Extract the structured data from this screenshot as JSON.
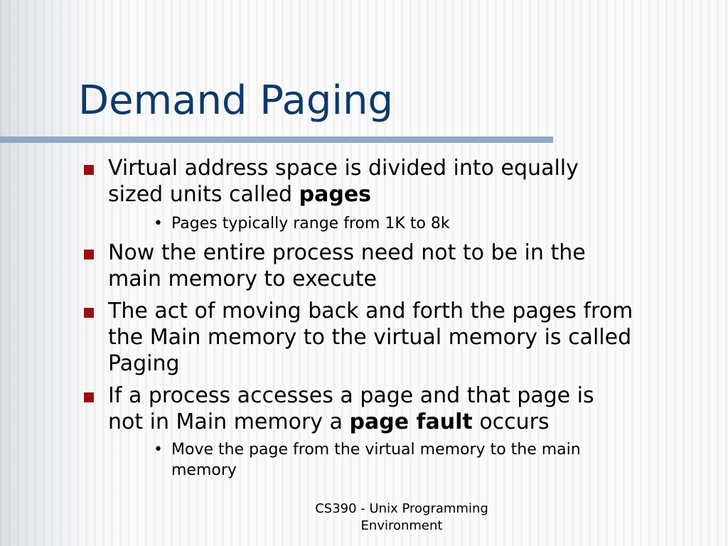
{
  "slide": {
    "title": "Demand Paging",
    "bullets": [
      {
        "lines": [
          "Virtual address space is divided into equally"
        ],
        "pre": "sized units called ",
        "bold": "pages",
        "post": "",
        "sub": [
          "Pages typically range from 1K to 8k"
        ]
      },
      {
        "lines": [
          "Now the entire process need not to be in the",
          "main memory to execute"
        ]
      },
      {
        "lines": [
          "The act of moving back and forth the pages from",
          "the Main memory to the virtual memory is called",
          "Paging"
        ]
      },
      {
        "lines": [
          "If a process accesses a page and that page is"
        ],
        "pre": "not in Main memory a ",
        "bold": "page fault",
        "post": " occurs",
        "sub_lines": [
          "Move the page from the virtual memory to the main",
          "memory"
        ]
      }
    ],
    "footer": [
      "CS390 - Unix Programming",
      "Environment"
    ],
    "colors": {
      "title": "#0d3a6a",
      "bullet_marker": "#9a1010",
      "title_rule": "#8fa8c4"
    }
  }
}
